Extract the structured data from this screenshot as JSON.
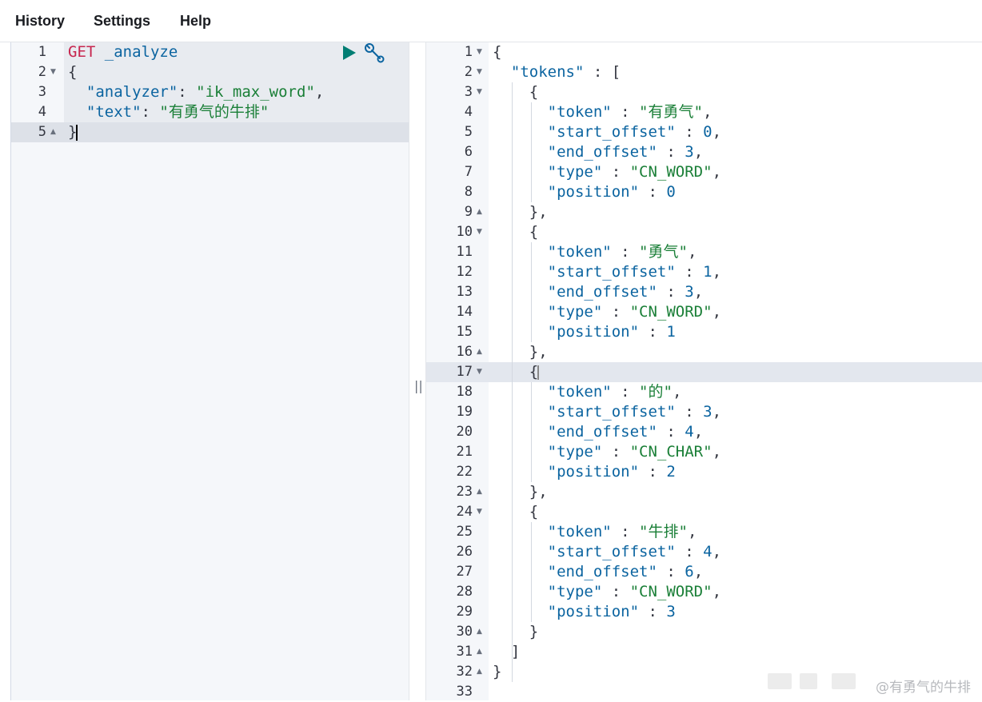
{
  "menu": {
    "history": "History",
    "settings": "Settings",
    "help": "Help"
  },
  "request": {
    "line_numbers": [
      "1",
      "2",
      "3",
      "4",
      "5"
    ],
    "method": "GET",
    "endpoint": "_analyze",
    "open_brace": "{",
    "analyzer_key": "\"analyzer\"",
    "analyzer_value": "\"ik_max_word\"",
    "text_key": "\"text\"",
    "text_value": "\"有勇气的牛排\"",
    "close_brace": "}"
  },
  "divider_glyph": "||",
  "response": {
    "line_numbers": [
      "1",
      "2",
      "3",
      "4",
      "5",
      "6",
      "7",
      "8",
      "9",
      "10",
      "11",
      "12",
      "13",
      "14",
      "15",
      "16",
      "17",
      "18",
      "19",
      "20",
      "21",
      "22",
      "23",
      "24",
      "25",
      "26",
      "27",
      "28",
      "29",
      "30",
      "31",
      "32",
      "33"
    ],
    "tokens_key": "\"tokens\"",
    "tokens": [
      {
        "token": "\"有勇气\"",
        "start_offset": "0",
        "end_offset": "3",
        "type": "\"CN_WORD\"",
        "position": "0"
      },
      {
        "token": "\"勇气\"",
        "start_offset": "1",
        "end_offset": "3",
        "type": "\"CN_WORD\"",
        "position": "1"
      },
      {
        "token": "\"的\"",
        "start_offset": "3",
        "end_offset": "4",
        "type": "\"CN_CHAR\"",
        "position": "2"
      },
      {
        "token": "\"牛排\"",
        "start_offset": "4",
        "end_offset": "6",
        "type": "\"CN_WORD\"",
        "position": "3"
      }
    ]
  },
  "watermark": "@有勇气的牛排",
  "icons": {
    "play": "play-icon",
    "wrench": "wrench-icon"
  },
  "colors": {
    "method": "#c7254e",
    "key": "#0b64a0",
    "string": "#1a7f37",
    "number": "#0b64a0",
    "accent": "#017d73"
  }
}
